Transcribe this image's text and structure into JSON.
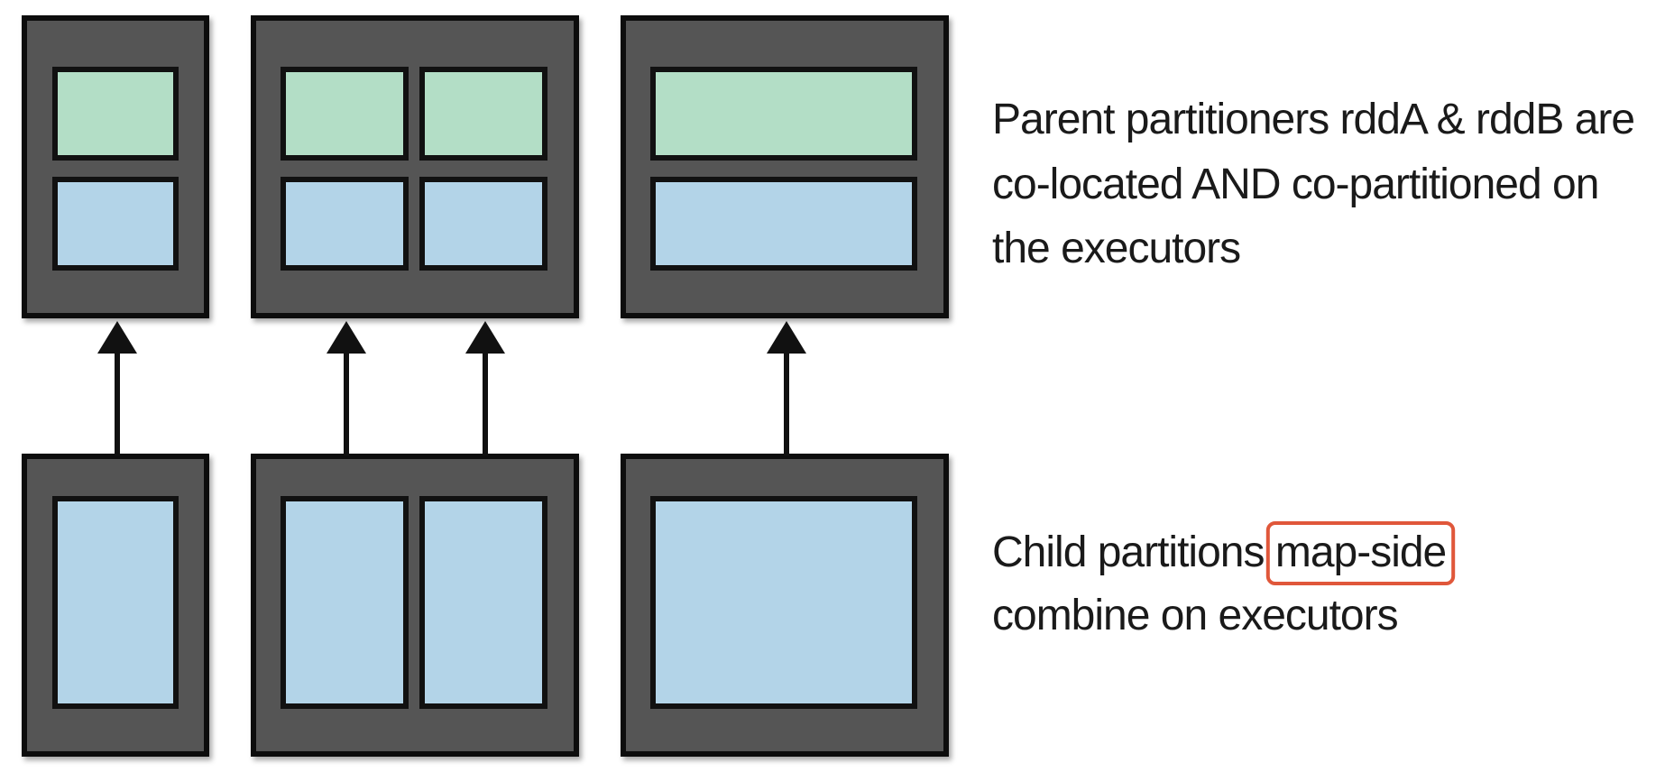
{
  "parent_caption": {
    "lines": [
      "Parent partitioners rddA & rddB are",
      "co-located AND co-partitioned on",
      "the executors"
    ]
  },
  "child_caption": {
    "prefix": "Child partitions ",
    "highlight": "map-side",
    "line2": "combine on executors"
  },
  "colors": {
    "executor_fill": "#555555",
    "executor_border": "#111111",
    "partition_green": "#b3dec6",
    "partition_blue": "#b3d4e8",
    "arrow": "#111111",
    "highlight_box": "#e0573a"
  }
}
